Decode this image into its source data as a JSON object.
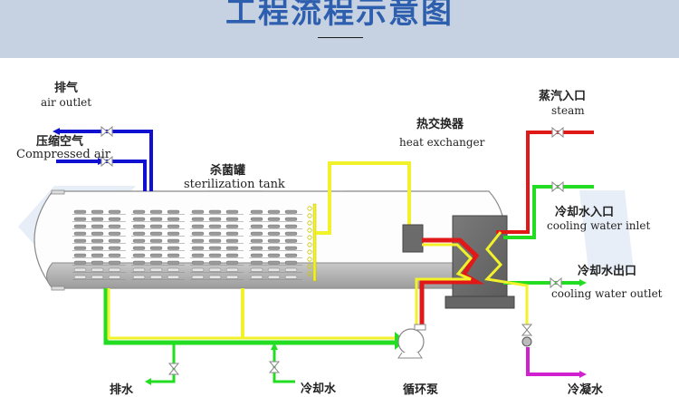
{
  "header": {
    "title": "工程流程示意图"
  },
  "labels": {
    "air_outlet": {
      "cn": "排气",
      "en": "air outlet"
    },
    "compressed_air": {
      "cn": "压缩空气",
      "en": "Compressed  air"
    },
    "sterilization_tank": {
      "cn": "杀菌罐",
      "en": "sterilization tank"
    },
    "heat_exchanger": {
      "cn": "热交换器",
      "en": "heat exchanger"
    },
    "steam_inlet": {
      "cn": "蒸汽入口",
      "en": "steam"
    },
    "cooling_water_inlet": {
      "cn": "冷却水入口",
      "en": "cooling water inlet"
    },
    "cooling_water_outlet": {
      "cn": "冷却水出口",
      "en": "cooling water outlet"
    },
    "drain": {
      "cn": "排水"
    },
    "cooling_water": {
      "cn": "冷却水"
    },
    "circulation_pump": {
      "cn": "循环泵"
    },
    "condensate": {
      "cn": "冷凝水"
    }
  },
  "colors": {
    "header_bg": "#c6d1e1",
    "title": "#2e5fae",
    "air_pipe": "#1010d0",
    "steam_pipe": "#e01818",
    "cooling_pipe": "#22dd22",
    "process_pipe": "#f2f22a",
    "condensate_pipe": "#d020d0",
    "exchanger": "#6e6e6e"
  }
}
